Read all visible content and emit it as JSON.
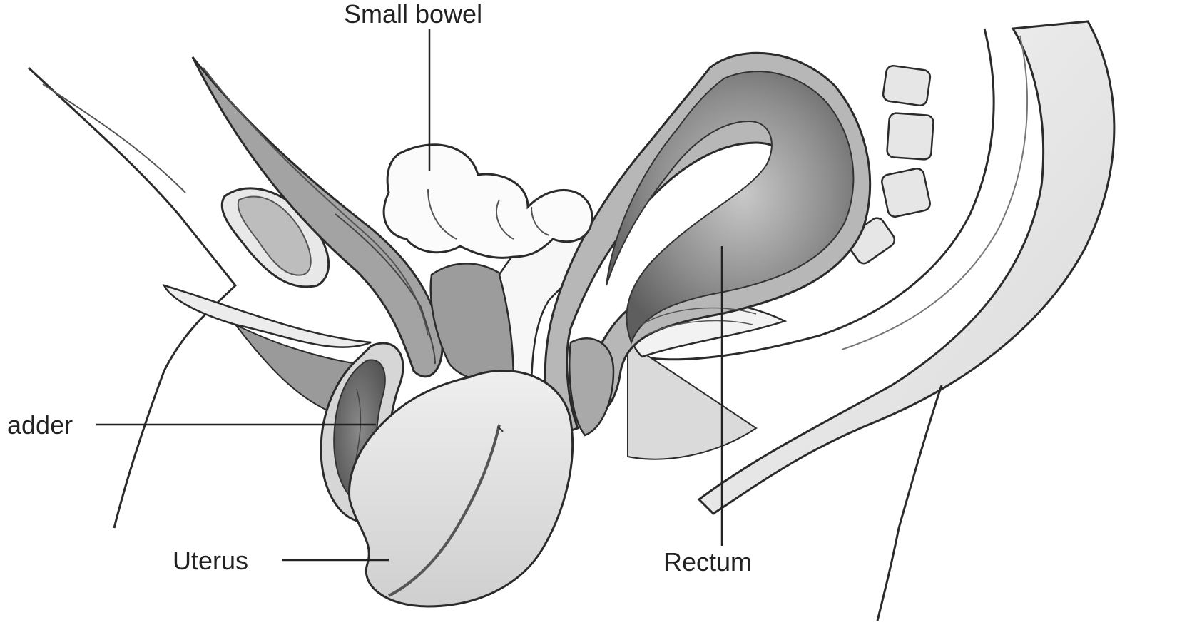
{
  "labels": {
    "small_bowel": "Small bowel",
    "bladder": "adder",
    "uterus": "Uterus",
    "rectum": "Rectum"
  },
  "colors": {
    "background": "#ffffff",
    "outline": "#2b2b2b",
    "lumen_dark": "#6f6f6f",
    "wall_gray": "#a6a6a6",
    "organ_light": "#e4e4e4",
    "bowel_white": "#fbfbfb",
    "leader_line": "#222222"
  }
}
